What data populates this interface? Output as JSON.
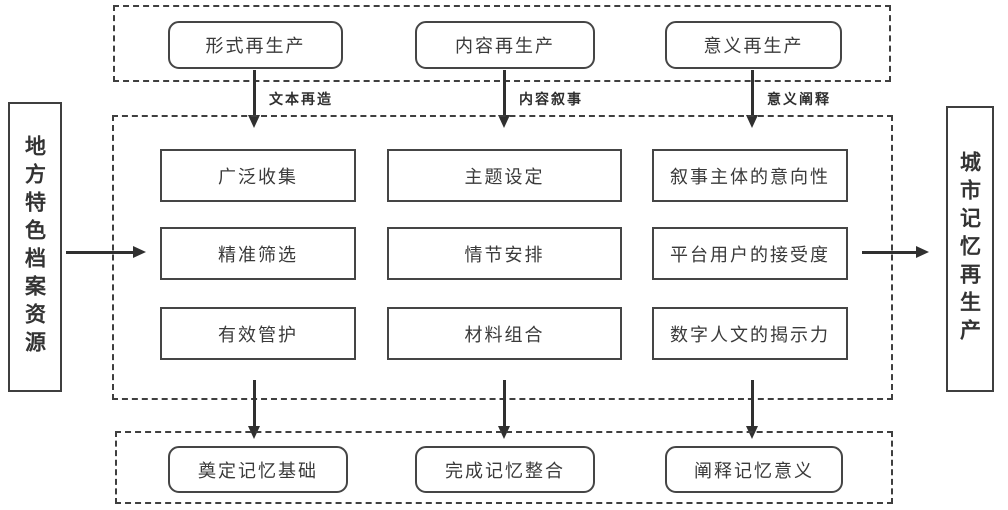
{
  "figure": {
    "source_node": "地方特色档案资源",
    "target_node": "城市记忆再生产",
    "top_row": [
      "形式再生产",
      "内容再生产",
      "意义再生产"
    ],
    "flow_labels": [
      "文本再造",
      "内容叙事",
      "意义阐释"
    ],
    "process_columns": [
      {
        "rows": [
          "广泛收集",
          "精准筛选",
          "有效管护"
        ]
      },
      {
        "rows": [
          "主题设定",
          "情节安排",
          "材料组合"
        ]
      },
      {
        "rows": [
          "叙事主体的意向性",
          "平台用户的接受度",
          "数字人文的揭示力"
        ]
      }
    ],
    "bottom_row": [
      "奠定记忆基础",
      "完成记忆整合",
      "阐释记忆意义"
    ],
    "colors": {
      "line": "#3f3f3f",
      "text": "#3a3a3a",
      "background": "#ffffff"
    }
  }
}
